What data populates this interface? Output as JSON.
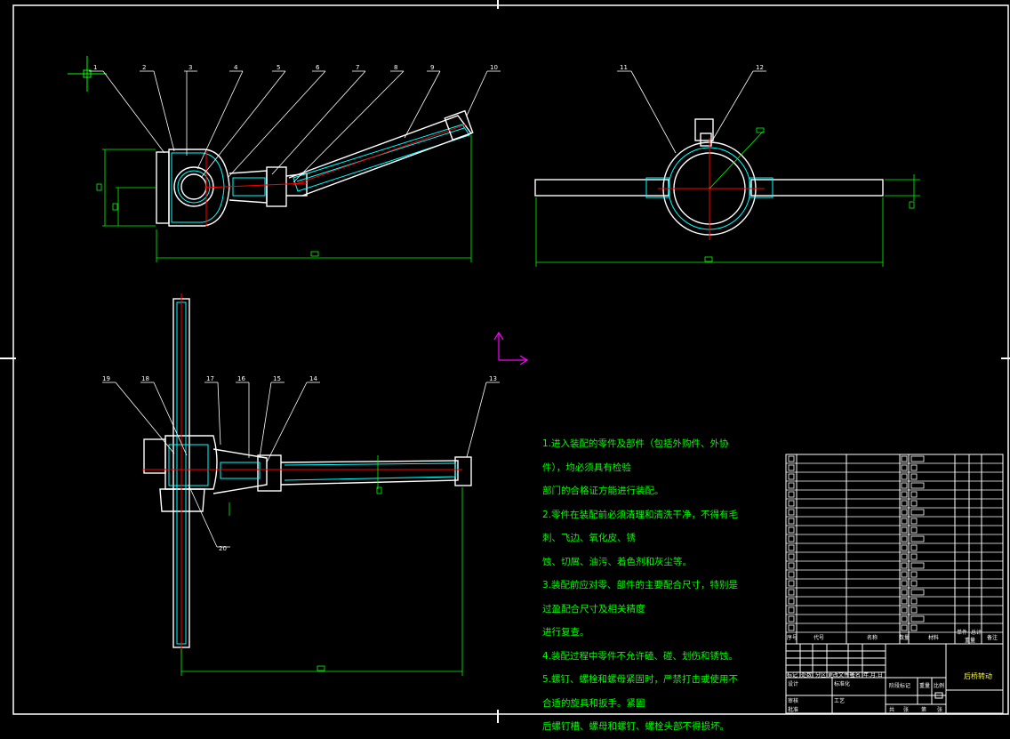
{
  "drawing": {
    "notes": [
      "1.进入装配的零件及部件（包括外购件、外协件），均必须具有检验",
      "部门的合格证方能进行装配。",
      "2.零件在装配前必须清理和清洗干净，不得有毛刺、飞边、氧化皮、锈",
      "蚀、切屑、油污、着色剂和灰尘等。",
      "3.装配前应对零、部件的主要配合尺寸，特别是过盈配合尺寸及相关精度",
      "进行复查。",
      "4.装配过程中零件不允许磕、碰、划伤和锈蚀。",
      "5.螺钉、螺栓和螺母紧固时，严禁打击或使用不合适的旋具和扳手。紧固",
      "后螺钉槽、螺母和螺钉、螺栓头部不得损坏。"
    ],
    "part_numbers_top": [
      "1",
      "2",
      "3",
      "4",
      "5",
      "6",
      "7",
      "8",
      "9",
      "10"
    ],
    "part_numbers_side": [
      "11",
      "12"
    ],
    "part_numbers_bottom": [
      "19",
      "18",
      "17",
      "16",
      "15",
      "14",
      "13",
      "20"
    ],
    "title_block": {
      "title": "后桥转动",
      "header": [
        "序号",
        "代号",
        "名称",
        "数量",
        "材料",
        "单件",
        "总计",
        "备注"
      ],
      "header_sub": "重量",
      "sign_row": [
        "标记",
        "处数",
        "分区",
        "更改文件号",
        "签名",
        "年.月.日"
      ],
      "rows_labels": [
        "设计",
        "标准化",
        "阶段标记",
        "重量",
        "比例",
        "审核",
        "工艺",
        "批准",
        "共",
        "张",
        "第",
        "张"
      ]
    }
  }
}
